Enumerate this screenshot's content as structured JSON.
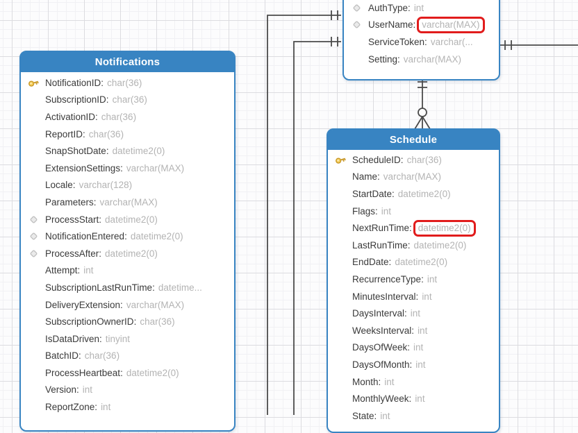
{
  "diagram": {
    "colors": {
      "header_blue": "#3884c2",
      "table_border_blue": "#3884c2",
      "field_name_color": "#3a3a3a",
      "field_type_color": "#b3b3b3",
      "connector_gray": "#4a4a4a",
      "highlight_red": "#e11c1c",
      "key_icon_gold": "#f2c24e"
    },
    "tables": [
      {
        "id": "users",
        "title": "",
        "note": "table header scrolled off top of viewport",
        "fields": [
          {
            "name": "AuthType",
            "type": "int",
            "icon": "diamond",
            "highlight": false
          },
          {
            "name": "UserName",
            "type": "varchar(MAX)",
            "icon": "diamond",
            "highlight": true
          },
          {
            "name": "ServiceToken",
            "type": "varchar(...",
            "icon": "",
            "highlight": false
          },
          {
            "name": "Setting",
            "type": "varchar(MAX)",
            "icon": "",
            "highlight": false
          }
        ]
      },
      {
        "id": "notifications",
        "title": "Notifications",
        "fields": [
          {
            "name": "NotificationID",
            "type": "char(36)",
            "icon": "key",
            "highlight": false
          },
          {
            "name": "SubscriptionID",
            "type": "char(36)",
            "icon": "",
            "highlight": false
          },
          {
            "name": "ActivationID",
            "type": "char(36)",
            "icon": "",
            "highlight": false
          },
          {
            "name": "ReportID",
            "type": "char(36)",
            "icon": "",
            "highlight": false
          },
          {
            "name": "SnapShotDate",
            "type": "datetime2(0)",
            "icon": "",
            "highlight": false
          },
          {
            "name": "ExtensionSettings",
            "type": "varchar(MAX)",
            "icon": "",
            "highlight": false
          },
          {
            "name": "Locale",
            "type": "varchar(128)",
            "icon": "",
            "highlight": false
          },
          {
            "name": "Parameters",
            "type": "varchar(MAX)",
            "icon": "",
            "highlight": false
          },
          {
            "name": "ProcessStart",
            "type": "datetime2(0)",
            "icon": "diamond",
            "highlight": false
          },
          {
            "name": "NotificationEntered",
            "type": "datetime2(0)",
            "icon": "diamond",
            "highlight": false
          },
          {
            "name": "ProcessAfter",
            "type": "datetime2(0)",
            "icon": "diamond",
            "highlight": false
          },
          {
            "name": "Attempt",
            "type": "int",
            "icon": "",
            "highlight": false
          },
          {
            "name": "SubscriptionLastRunTime",
            "type": "datetime...",
            "icon": "",
            "highlight": false
          },
          {
            "name": "DeliveryExtension",
            "type": "varchar(MAX)",
            "icon": "",
            "highlight": false
          },
          {
            "name": "SubscriptionOwnerID",
            "type": "char(36)",
            "icon": "",
            "highlight": false
          },
          {
            "name": "IsDataDriven",
            "type": "tinyint",
            "icon": "",
            "highlight": false
          },
          {
            "name": "BatchID",
            "type": "char(36)",
            "icon": "",
            "highlight": false
          },
          {
            "name": "ProcessHeartbeat",
            "type": "datetime2(0)",
            "icon": "",
            "highlight": false
          },
          {
            "name": "Version",
            "type": "int",
            "icon": "",
            "highlight": false
          },
          {
            "name": "ReportZone",
            "type": "int",
            "icon": "",
            "highlight": false
          }
        ]
      },
      {
        "id": "schedule",
        "title": "Schedule",
        "fields": [
          {
            "name": "ScheduleID",
            "type": "char(36)",
            "icon": "key",
            "highlight": false
          },
          {
            "name": "Name",
            "type": "varchar(MAX)",
            "icon": "",
            "highlight": false
          },
          {
            "name": "StartDate",
            "type": "datetime2(0)",
            "icon": "",
            "highlight": false
          },
          {
            "name": "Flags",
            "type": "int",
            "icon": "",
            "highlight": false
          },
          {
            "name": "NextRunTime",
            "type": "datetime2(0)",
            "icon": "",
            "highlight": true
          },
          {
            "name": "LastRunTime",
            "type": "datetime2(0)",
            "icon": "",
            "highlight": false
          },
          {
            "name": "EndDate",
            "type": "datetime2(0)",
            "icon": "",
            "highlight": false
          },
          {
            "name": "RecurrenceType",
            "type": "int",
            "icon": "",
            "highlight": false
          },
          {
            "name": "MinutesInterval",
            "type": "int",
            "icon": "",
            "highlight": false
          },
          {
            "name": "DaysInterval",
            "type": "int",
            "icon": "",
            "highlight": false
          },
          {
            "name": "WeeksInterval",
            "type": "int",
            "icon": "",
            "highlight": false
          },
          {
            "name": "DaysOfWeek",
            "type": "int",
            "icon": "",
            "highlight": false
          },
          {
            "name": "DaysOfMonth",
            "type": "int",
            "icon": "",
            "highlight": false
          },
          {
            "name": "Month",
            "type": "int",
            "icon": "",
            "highlight": false
          },
          {
            "name": "MonthlyWeek",
            "type": "int",
            "icon": "",
            "highlight": false
          },
          {
            "name": "State",
            "type": "int",
            "icon": "",
            "highlight": false
          }
        ]
      }
    ],
    "relationships": [
      {
        "id": "rel-left-outer",
        "cardinality_shown": "one (double tick)"
      },
      {
        "id": "rel-left-inner",
        "cardinality_shown": "one (double tick)"
      },
      {
        "id": "rel-right",
        "cardinality_shown": "one (double tick)"
      },
      {
        "id": "rel-users-schedule",
        "cardinality_shown": "one to zero-or-many (circle + crow's foot)"
      }
    ]
  }
}
